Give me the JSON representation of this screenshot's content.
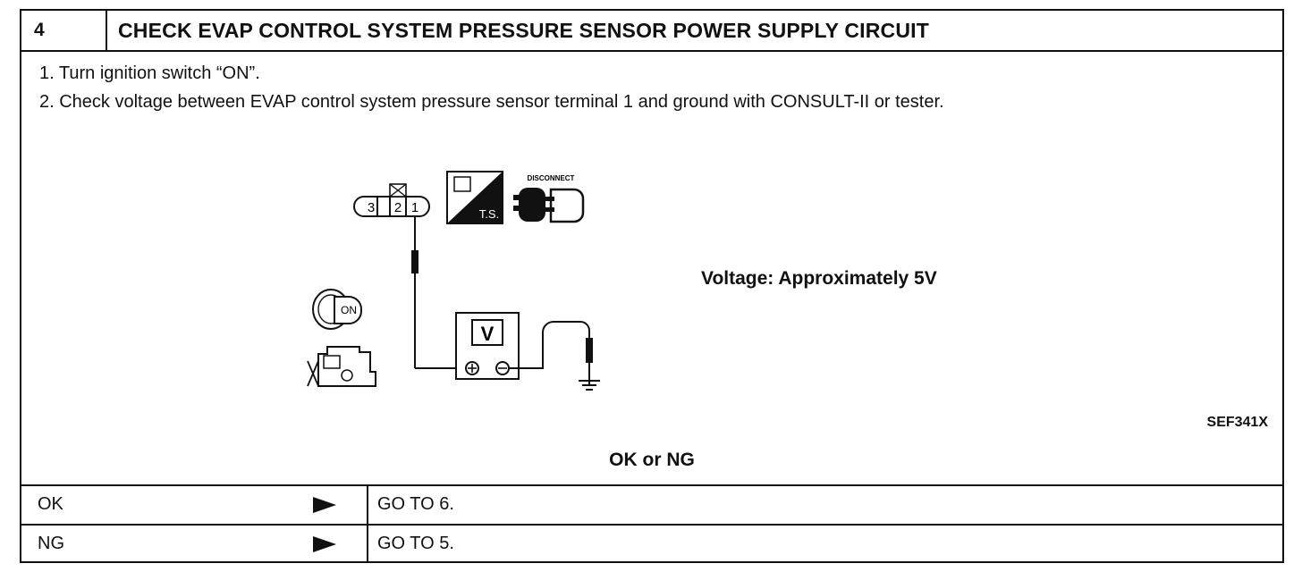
{
  "header": {
    "step_number": "4",
    "title": "CHECK EVAP CONTROL SYSTEM PRESSURE SENSOR POWER SUPPLY CIRCUIT"
  },
  "instructions": [
    "1. Turn ignition switch “ON”.",
    "2. Check voltage between EVAP control system pressure sensor terminal 1 and ground with CONSULT-II or tester."
  ],
  "figure": {
    "connector_pins": [
      "3",
      "2",
      "1"
    ],
    "ts_label": "T.S.",
    "disconnect_label": "DISCONNECT",
    "ignition_label": "ON",
    "meter_label": "V",
    "spec": "Voltage: Approximately 5V",
    "code": "SEF341X"
  },
  "decision": {
    "prompt": "OK or NG",
    "rows": [
      {
        "result": "OK",
        "action": "GO TO 6."
      },
      {
        "result": "NG",
        "action": "GO TO 5."
      }
    ]
  },
  "icons": [
    "connector-icon",
    "ts-icon",
    "disconnect-icon",
    "ignition-key-icon",
    "engine-icon",
    "voltmeter-icon",
    "ground-icon",
    "arrow-right-icon"
  ]
}
